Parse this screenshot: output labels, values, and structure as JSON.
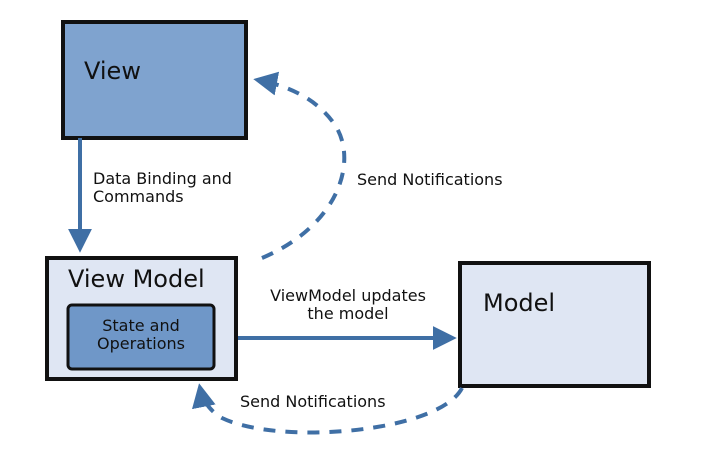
{
  "diagram": {
    "boxes": {
      "view": {
        "label": "View",
        "fill": "#7fa3cf",
        "border": "#111111"
      },
      "view_model": {
        "label": "View Model",
        "fill": "#dfe6f3",
        "border": "#111111"
      },
      "state_operations": {
        "label_line1": "State and",
        "label_line2": "Operations",
        "fill": "#6f97c8",
        "border": "#111111"
      },
      "model": {
        "label": "Model",
        "fill": "#dfe6f3",
        "border": "#111111"
      }
    },
    "arrows": {
      "data_binding": {
        "label_line1": "Data Binding and",
        "label_line2": "Commands",
        "style": "solid"
      },
      "send_notifications_top": {
        "label": "Send Notifications",
        "style": "dashed"
      },
      "viewmodel_updates": {
        "label_line1": "ViewModel updates",
        "label_line2": "the model",
        "style": "solid"
      },
      "send_notifications_bottom": {
        "label": "Send Notifications",
        "style": "dashed"
      }
    },
    "arrow_color": "#3f6fa5"
  }
}
